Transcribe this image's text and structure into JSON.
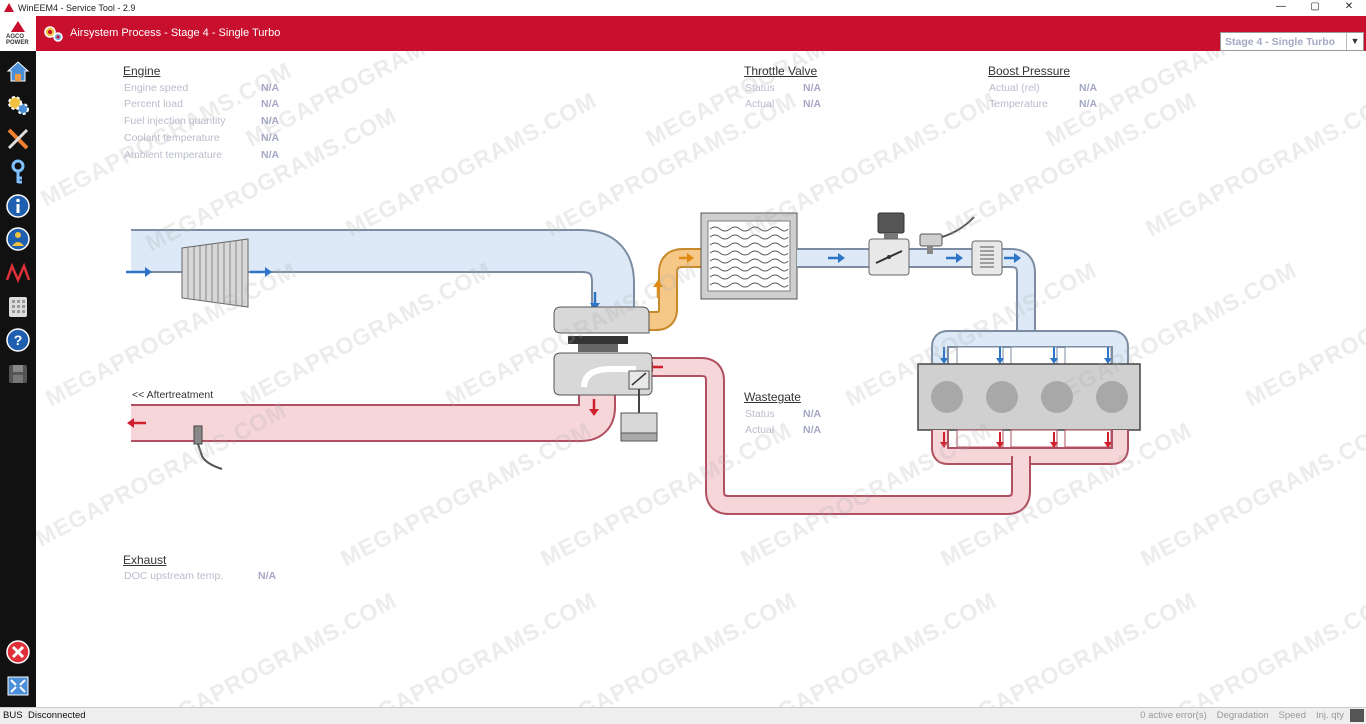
{
  "window": {
    "title": "WinEEM4 - Service Tool - 2.9",
    "controls": [
      "—",
      "▢",
      "✕"
    ]
  },
  "brand": {
    "name": "AGCO POWER"
  },
  "header": {
    "title": "Airsystem Process - Stage 4 - Single Turbo"
  },
  "stage_select": {
    "value": "Stage 4 - Single Turbo"
  },
  "sidebar": {
    "items": [
      {
        "name": "home-icon"
      },
      {
        "name": "gear-icon"
      },
      {
        "name": "tools-icon"
      },
      {
        "name": "key-icon"
      },
      {
        "name": "info-icon"
      },
      {
        "name": "info-person-icon"
      },
      {
        "name": "signal-wave-icon"
      },
      {
        "name": "grid-icon"
      },
      {
        "name": "help-icon"
      },
      {
        "name": "save-icon"
      }
    ],
    "bottom": [
      {
        "name": "close-icon"
      },
      {
        "name": "fullscreen-icon"
      }
    ]
  },
  "engine": {
    "title": "Engine",
    "rows": [
      {
        "label": "Engine speed",
        "value": "N/A"
      },
      {
        "label": "Percent load",
        "value": "N/A"
      },
      {
        "label": "Fuel injection quantity",
        "value": "N/A"
      },
      {
        "label": "Coolant temperature",
        "value": "N/A"
      },
      {
        "label": "Ambient temperature",
        "value": "N/A"
      }
    ]
  },
  "throttle": {
    "title": "Throttle Valve",
    "rows": [
      {
        "label": "Status",
        "value": "N/A"
      },
      {
        "label": "Actual",
        "value": "N/A"
      }
    ]
  },
  "boost": {
    "title": "Boost Pressure",
    "rows": [
      {
        "label": "Actual (rel)",
        "value": "N/A"
      },
      {
        "label": "Temperature",
        "value": "N/A"
      }
    ]
  },
  "wastegate": {
    "title": "Wastegate",
    "rows": [
      {
        "label": "Status",
        "value": "N/A"
      },
      {
        "label": "Actual",
        "value": "N/A"
      }
    ]
  },
  "exhaust": {
    "title": "Exhaust",
    "rows": [
      {
        "label": "DOC upstream temp.",
        "value": "N/A"
      }
    ]
  },
  "diagram": {
    "aftertreatment_label": "<< Aftertreatment"
  },
  "watermark": {
    "text": "MEGAPROGRAMS.COM"
  },
  "colors": {
    "accent": "#c8102e",
    "intake": "#dce8f5",
    "exhaust": "#f6d6d9",
    "charge": "#f3c27a"
  },
  "statusbar": {
    "bus_label": "BUS",
    "connection": "Disconnected",
    "errors": "0 active error(s)",
    "items": [
      "Degradation",
      "Speed",
      "Inj. qty"
    ]
  }
}
